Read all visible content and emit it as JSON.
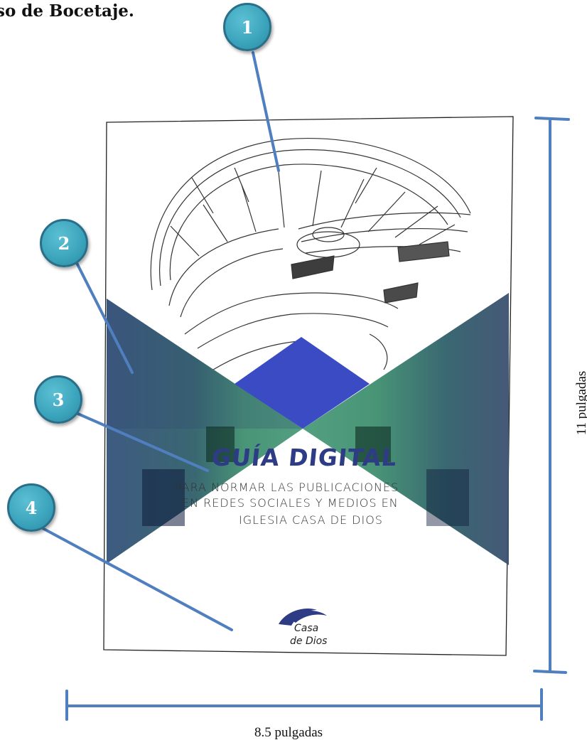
{
  "heading": "so de Bocetaje.",
  "badges": [
    "1",
    "2",
    "3",
    "4"
  ],
  "cover": {
    "title": "GUÍA DIGITAL",
    "subtitle_lines": [
      "PARA NORMAR LAS PUBLICACIONES",
      "EN REDES SOCIALES Y MEDIOS EN",
      "IGLESIA CASA DE DIOS"
    ],
    "logo_lines": [
      "Casa",
      "de Dios"
    ]
  },
  "dimensions": {
    "height_label": "11  pulgadas",
    "width_label": "8.5 pulgadas"
  },
  "colors": {
    "callout": "#4f7fbf",
    "badge": "#3aa3bb",
    "green": "#3f8f6f",
    "navy": "#3b4f8a",
    "blue_diamond": "#3a4bc4",
    "title": "#2e3c86"
  }
}
